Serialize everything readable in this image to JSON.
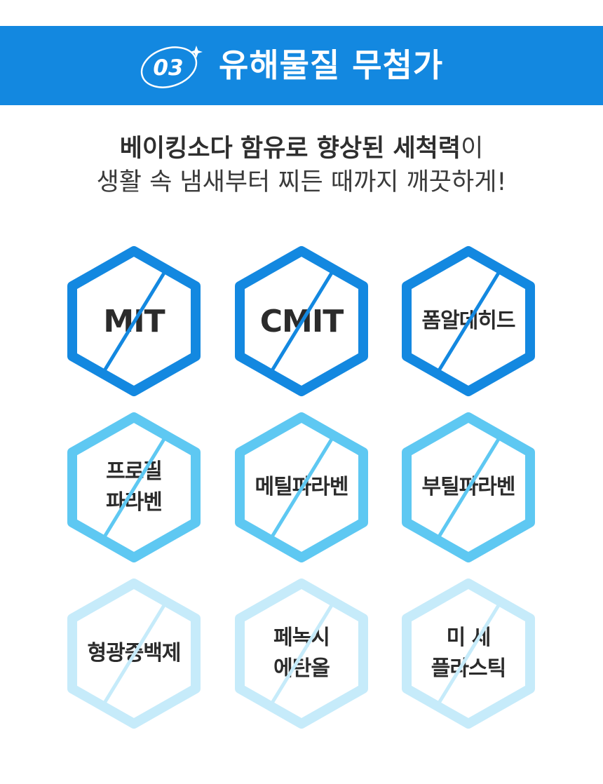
{
  "banner": {
    "number": "03",
    "title": "유해물질 무첨가",
    "color": "#1388e0"
  },
  "subtitle": {
    "line1_bold_a": "베이킹소다",
    "line1_plain_a": " ",
    "line1_bold_b": "함유로 향상된 세척력",
    "line1_plain_b": "이",
    "line2": "생활 속 냄새부터 찌든 때까지 깨끗하게!"
  },
  "colors": {
    "dark_blue": "#1388e0",
    "mid_blue": "#5ec8f2",
    "light_blue": "#c6ebfa"
  },
  "hexagons": [
    {
      "label": "MIT",
      "tone": "dark"
    },
    {
      "label": "CMIT",
      "tone": "dark"
    },
    {
      "label": "폼알데히드",
      "tone": "dark"
    },
    {
      "label": "프로필\n파라벤",
      "tone": "mid"
    },
    {
      "label": "메틸파라벤",
      "tone": "mid"
    },
    {
      "label": "부틸파라벤",
      "tone": "mid"
    },
    {
      "label": "형광증백제",
      "tone": "light"
    },
    {
      "label": "페녹시\n에탄올",
      "tone": "light"
    },
    {
      "label": "미 세\n플라스틱",
      "tone": "light"
    }
  ]
}
